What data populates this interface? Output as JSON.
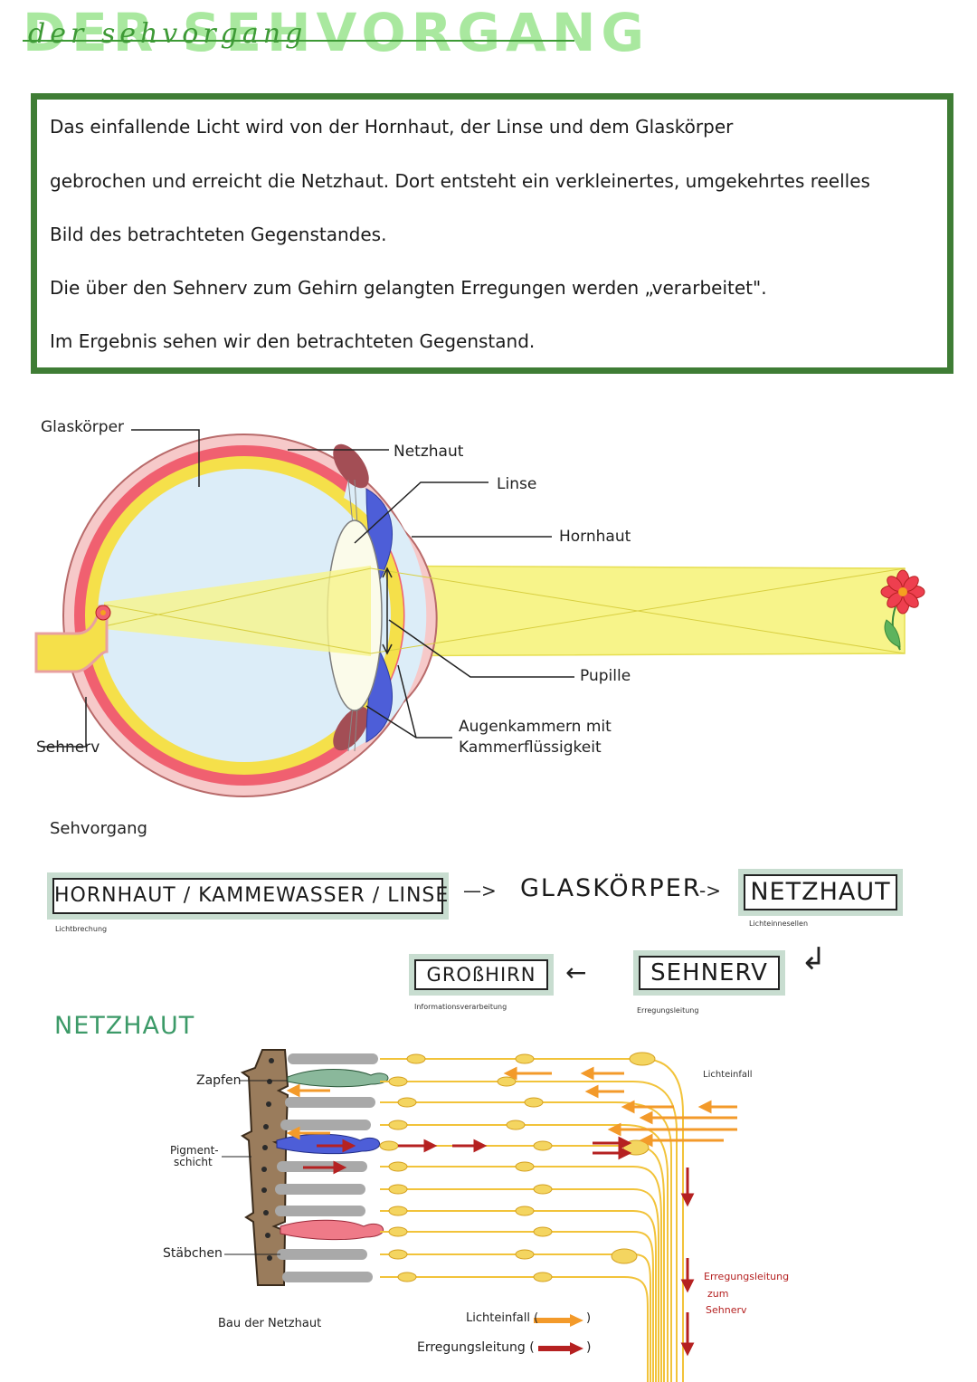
{
  "title": {
    "script": "der sehvorgang",
    "big": "DER SEHVORGANG"
  },
  "intro": {
    "line1": "Das einfallende Licht wird von der Hornhaut, der Linse und dem Glaskörper",
    "line2": "gebrochen und erreicht die Netzhaut. Dort entsteht ein verkleinertes, umgekehrtes reelles",
    "line3": "Bild des betrachteten Gegenstandes.",
    "line4": "Die über den Sehnerv zum Gehirn gelangten Erregungen werden „verarbeitet\".",
    "line5": "Im Ergebnis sehen wir den betrachteten Gegenstand."
  },
  "eye_labels": {
    "glaskoerper": "Glaskörper",
    "netzhaut": "Netzhaut",
    "linse": "Linse",
    "hornhaut": "Hornhaut",
    "pupille": "Pupille",
    "augenkammern_1": "Augenkammern mit",
    "augenkammern_2": "Kammerflüssigkeit",
    "sehnerv": "Sehnerv"
  },
  "flow": {
    "heading": "Sehvorgang",
    "box1": "HORNHAUT / KAMMEWASSER / LINSE",
    "box1_note": "Lichtbrechung",
    "arrow1": "—>",
    "middle": "GLASKÖRPER",
    "arrow2": "->",
    "box2": "NETZHAUT",
    "box2_note": "Lichteinnesellen",
    "box3": "SEHNERV",
    "box3_note": "Erregungsleitung",
    "arrow3": "←",
    "box4": "GROßHIRN",
    "box4_note": "Informationsverarbeitung"
  },
  "retina": {
    "heading": "NETZHAUT",
    "zapfen": "Zapfen",
    "pigment_1": "Pigment-",
    "pigment_2": "schicht",
    "staebchen": "Stäbchen",
    "lichteinfall_top": "Lichteinfall",
    "erregung_1": "Erregungsleitung",
    "erregung_2": "zum",
    "erregung_3": "Sehnerv",
    "caption": "Bau der Netzhaut",
    "legend_licht": "Lichteinfall (",
    "legend_erregung": "Erregungsleitung (",
    "legend_close": ")"
  },
  "colors": {
    "frame_green": "#3f7d35",
    "light_yellow": "#f7f48a",
    "vitreous_blue": "#dcedf8",
    "sclera_pink": "#f6c9c9",
    "choroid_red": "#f06070",
    "retina_yellow": "#f5e04a",
    "iris_blue": "#4d5ed8",
    "orange_arrow": "#f39a2a",
    "red_arrow": "#b52121",
    "nerve_yellow": "#f2c33a"
  }
}
